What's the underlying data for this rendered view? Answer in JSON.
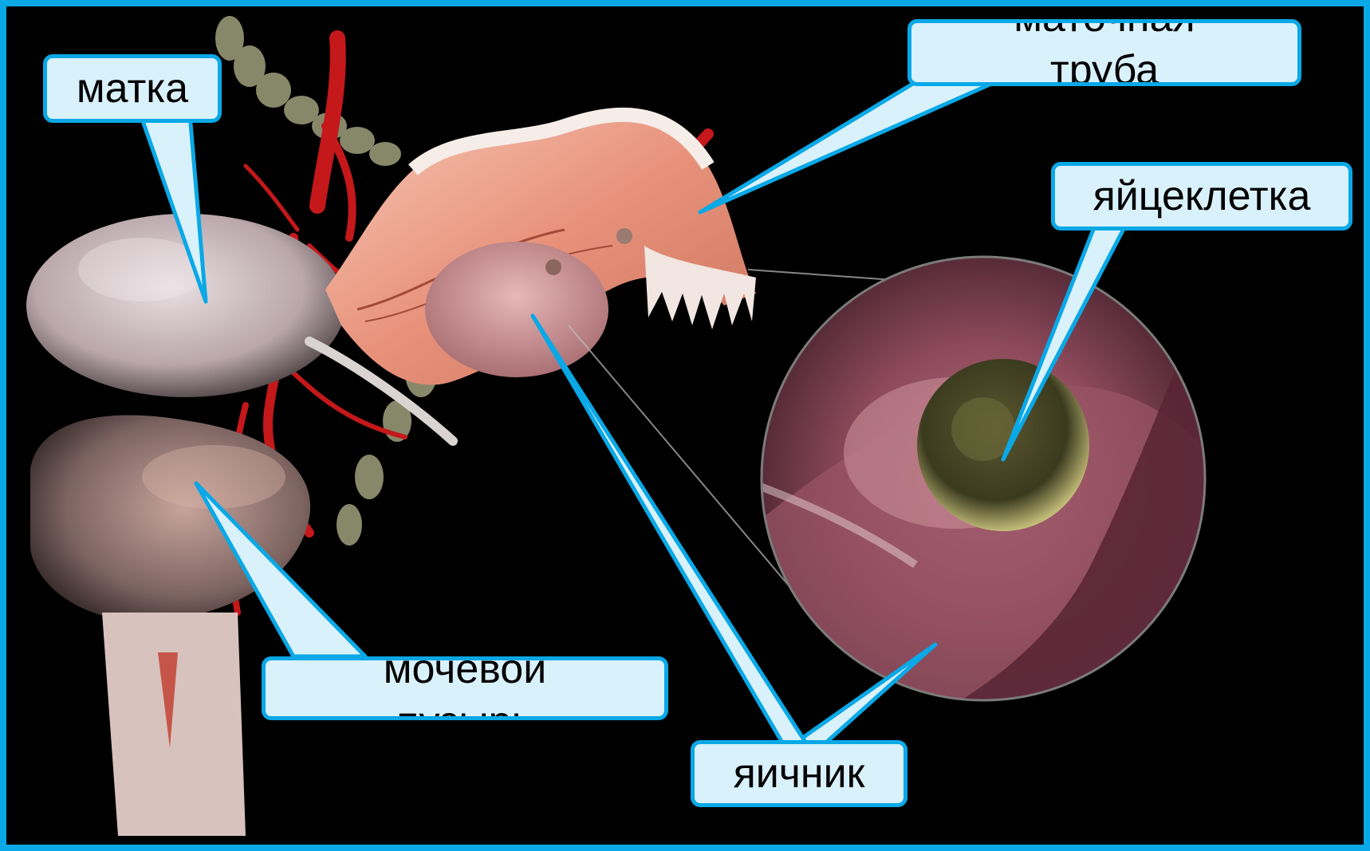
{
  "colors": {
    "frame": "#0aa8e6",
    "background": "#000000",
    "callout_fill": "#d9f1fb",
    "callout_border": "#0aa8e6",
    "label_text": "#000000"
  },
  "labels": {
    "uterus": "матка",
    "fallopian_tube_line1": "маточная",
    "fallopian_tube_line2": "труба",
    "egg": "яйцеклетка",
    "bladder_line1": "мочевой",
    "bladder_line2": "пузырь",
    "ovary": "яичник"
  },
  "icons": [
    "uterus-illustration",
    "fallopian-tube-illustration",
    "ovary-illustration",
    "bladder-illustration",
    "egg-cell-illustration",
    "blood-vessels-illustration"
  ]
}
